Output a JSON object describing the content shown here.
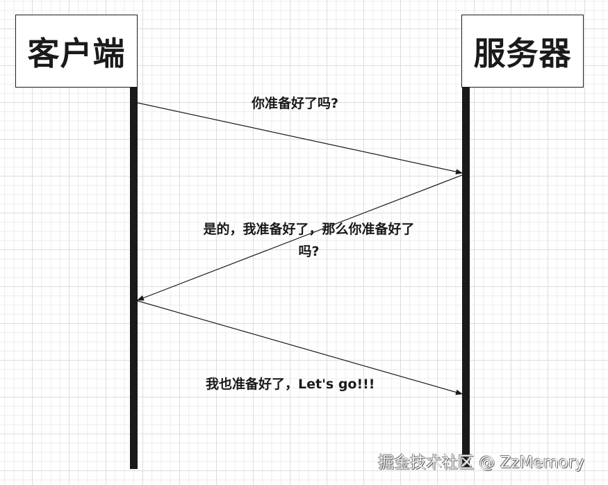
{
  "diagram": {
    "type": "sequence",
    "actors": [
      {
        "id": "client",
        "label": "客户端"
      },
      {
        "id": "server",
        "label": "服务器"
      }
    ],
    "messages": [
      {
        "from": "client",
        "to": "server",
        "label": "你准备好了吗?"
      },
      {
        "from": "server",
        "to": "client",
        "label": "是的，我准备好了，那么你准备好了吗?"
      },
      {
        "from": "client",
        "to": "server",
        "label": "我也准备好了，Let's go!!!"
      }
    ],
    "colors": {
      "line": "#1a1a1a",
      "background": "#ffffff",
      "grid": "#dcdcdc"
    }
  },
  "watermark": "掘金技术社区 @ ZzMemory"
}
